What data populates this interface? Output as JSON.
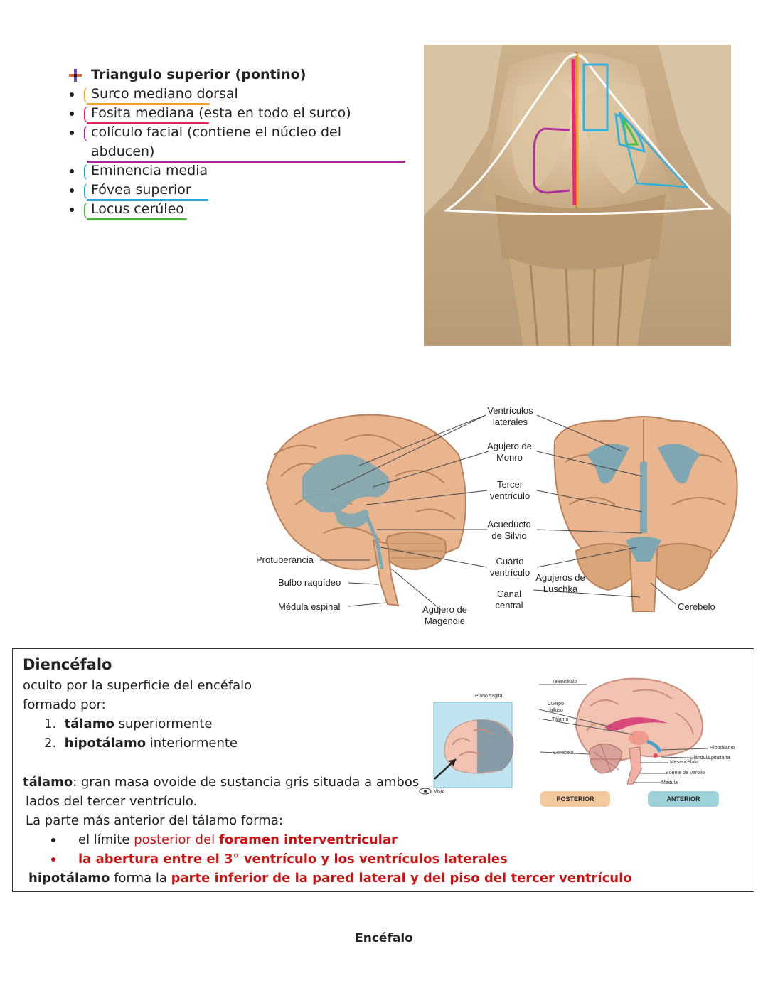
{
  "triangle": {
    "heading": "Triangulo superior (pontino)",
    "items": [
      {
        "text": "Surco mediano dorsal",
        "color": "#f0a020"
      },
      {
        "text": "Fosita mediana (esta en todo el surco)",
        "color": "#e8245a"
      },
      {
        "text": "colículo facial (contiene el núcleo del abducen)",
        "color": "#a0289a"
      },
      {
        "text": "Eminencia media",
        "color": "#2aa5d8"
      },
      {
        "text": "Fóvea superior",
        "color": "#2aa5d8"
      },
      {
        "text": "Locus cerúleo",
        "color": "#49b83a"
      }
    ]
  },
  "ventricles_figure": {
    "labels": {
      "ventriculos_laterales": "Ventrículos laterales",
      "agujero_monro": "Agujero de Monro",
      "tercer_ventriculo": "Tercer ventrículo",
      "acueducto_silvio": "Acueducto de Silvio",
      "cuarto_ventriculo": "Cuarto ventrículo",
      "canal_central": "Canal central",
      "agujeros_luschka": "Agujeros de Luschka",
      "protuberancia": "Protuberancia",
      "bulbo_raquideo": "Bulbo raquídeo",
      "medula_espinal": "Médula espinal",
      "agujero_magendie": "Agujero de Magendie",
      "cerebelo": "Cerebelo"
    }
  },
  "diencefalo": {
    "title": "Diencéfalo",
    "line1": "oculto por la superficie del encéfalo",
    "line2": "formado por:",
    "list": [
      {
        "num": "1.",
        "bold": "tálamo",
        "rest": " superiormente"
      },
      {
        "num": "2.",
        "bold": "hipotálamo",
        "rest": " interiormente"
      }
    ],
    "talamo_def_bold": "tálamo",
    "talamo_def_rest": ": gran masa ovoide de sustancia gris situada a ambos",
    "talamo_def_line2": "lados del tercer ventrículo.",
    "anterior_intro": "La parte más anterior del tálamo forma:",
    "bullet1_a": "el límite ",
    "bullet1_b": "posterior del ",
    "bullet1_c": "foramen interventricular",
    "bullet2": "la abertura entre el 3° ventrículo y los ventrículos laterales",
    "hipo_bold": "hipotálamo",
    "hipo_mid": " forma la ",
    "hipo_red": "parte inferior de la pared lateral y del piso del tercer ventrículo",
    "sagittal": {
      "plano": "Plano sagital",
      "vista": "Vista"
    },
    "midsagittal": {
      "telencefalo": "Telencéfalo",
      "cuerpo_calloso": "Cuerpo calloso",
      "talamo": "Tálamo",
      "cerebelo": "Cerebelo",
      "hipotalamo": "Hipotálamo",
      "glandula": "Glándula pituitaria",
      "mesencefalo": "Mesencéfalo",
      "puente": "Puente de Varolio",
      "medula": "Médula",
      "posterior": "POSTERIOR",
      "anterior": "ANTERIOR"
    }
  },
  "footer": {
    "title": "Encéfalo"
  },
  "colors": {
    "brain": "#e8b58f",
    "ventricle": "#7fa7b3",
    "red_text": "#cc1111",
    "posterior_badge": "#f3c9a0",
    "anterior_badge": "#9fd3da"
  }
}
